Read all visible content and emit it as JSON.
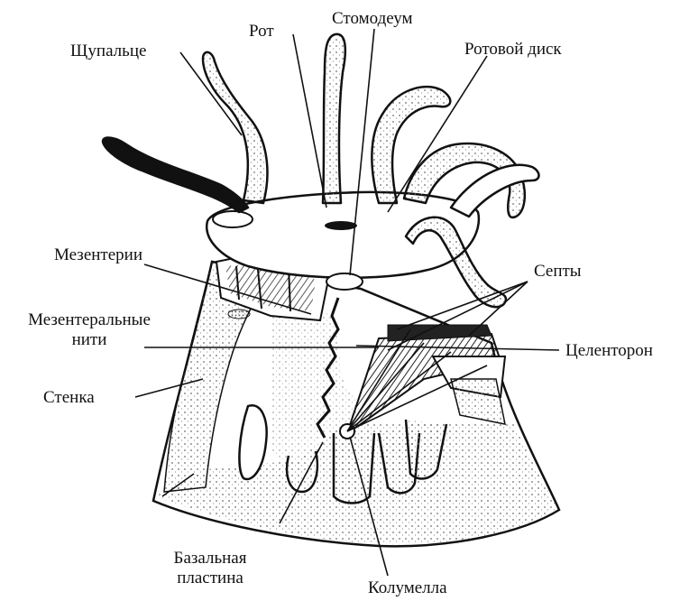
{
  "labels": {
    "tentacle": "Щупальце",
    "mouth": "Рот",
    "stomodeum": "Стомодеум",
    "oral_disc": "Ротовой диск",
    "mesenteries": "Мезентерии",
    "mesenterial_filaments_1": "Мезентеральные",
    "mesenterial_filaments_2": "нити",
    "wall": "Стенка",
    "septa": "Септы",
    "coelenteron": "Целенторон",
    "basal_plate_1": "Базальная",
    "basal_plate_2": "пластина",
    "columella": "Колумелла"
  },
  "colors": {
    "ink": "#111111",
    "stipple": "#9a9a9a",
    "background": "#ffffff"
  }
}
